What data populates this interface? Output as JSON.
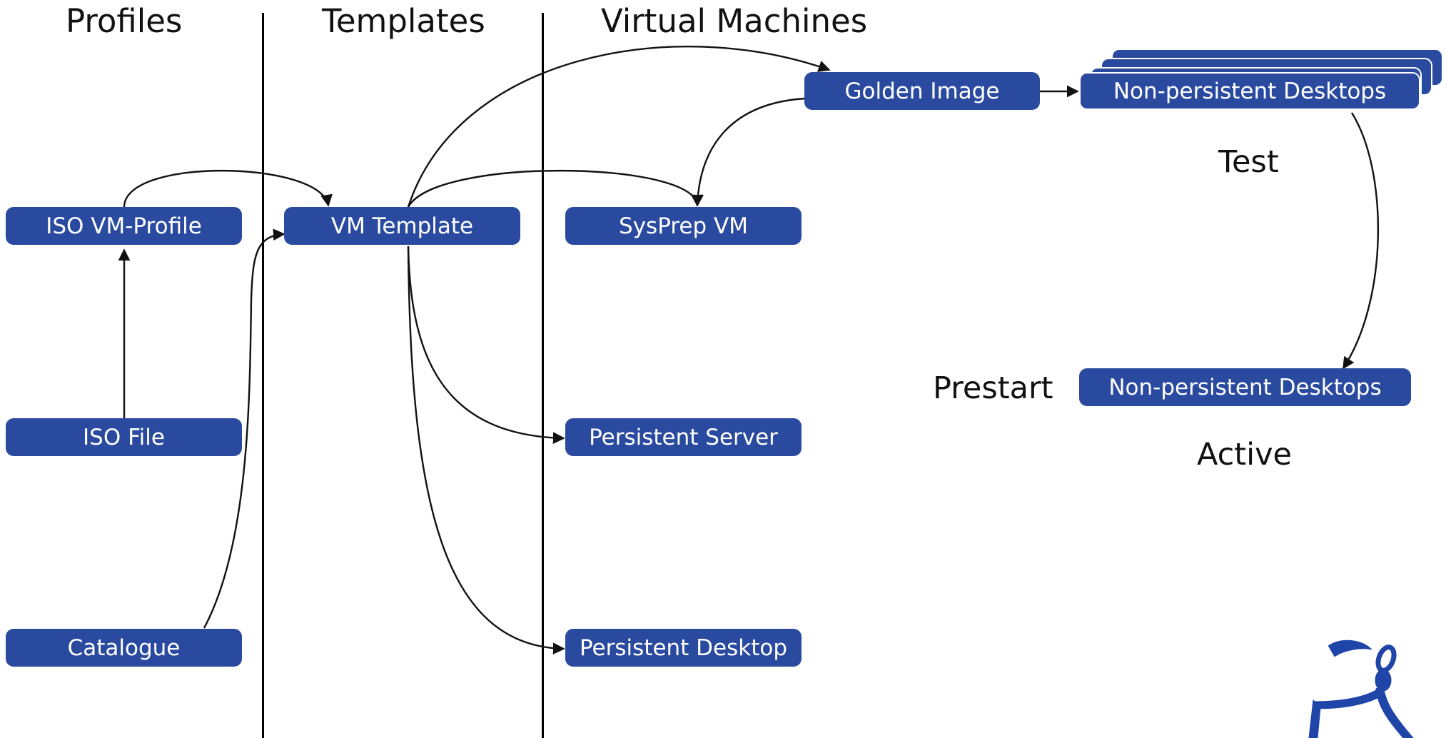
{
  "colors": {
    "node_fill": "#2a4aa0",
    "node_text": "#ffffff",
    "line": "#111111",
    "logo": "#1f45a8"
  },
  "columns": {
    "profiles": "Profiles",
    "templates": "Templates",
    "virtual_machines": "Virtual Machines"
  },
  "nodes": {
    "iso_vm_profile": "ISO VM-Profile",
    "iso_file": "ISO File",
    "catalogue": "Catalogue",
    "vm_template": "VM Template",
    "sysprep_vm": "SysPrep VM",
    "persistent_server": "Persistent Server",
    "persistent_desktop": "Persistent Desktop",
    "golden_image": "Golden Image",
    "nonpersistent_test": "Non-persistent Desktops",
    "nonpersistent_active": "Non-persistent Desktops"
  },
  "labels": {
    "test": "Test",
    "prestart": "Prestart",
    "active": "Active"
  },
  "icons": {
    "logo": "runner-figure-logo",
    "arrowhead": "arrowhead-icon"
  },
  "edges": [
    {
      "from": "iso_file",
      "to": "iso_vm_profile"
    },
    {
      "from": "iso_vm_profile",
      "to": "vm_template"
    },
    {
      "from": "catalogue",
      "to": "vm_template"
    },
    {
      "from": "vm_template",
      "to": "golden_image"
    },
    {
      "from": "vm_template",
      "to": "sysprep_vm"
    },
    {
      "from": "vm_template",
      "to": "persistent_server"
    },
    {
      "from": "vm_template",
      "to": "persistent_desktop"
    },
    {
      "from": "golden_image",
      "to": "sysprep_vm"
    },
    {
      "from": "golden_image",
      "to": "nonpersistent_test"
    },
    {
      "from": "nonpersistent_test",
      "to": "nonpersistent_active"
    }
  ]
}
